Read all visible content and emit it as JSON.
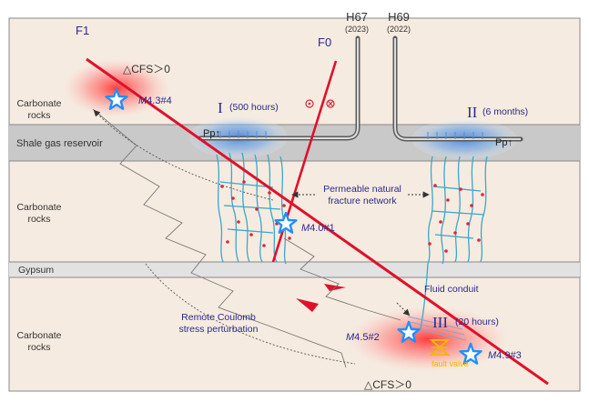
{
  "layers": {
    "carbonate_upper": "Carbonate rocks",
    "shale": "Shale gas reservoir",
    "carbonate_middle": "Carbonate rocks",
    "gypsum": "Gypsum",
    "carbonate_lower": "Carbonate rocks"
  },
  "layer_lines": {
    "carbonate_upper": [
      "Carbonate",
      "rocks"
    ],
    "carbonate_middle": [
      "Carbonate",
      "rocks"
    ],
    "carbonate_lower": [
      "Carbonate",
      "rocks"
    ]
  },
  "faults": {
    "f1": "F1",
    "f0": "F0"
  },
  "wells": [
    {
      "name": "H67",
      "year": "(2023)"
    },
    {
      "name": "H69",
      "year": "(2022)"
    }
  ],
  "zones": {
    "one": {
      "numeral": "I",
      "duration": "(500 hours)"
    },
    "two": {
      "numeral": "II",
      "duration": "(6 months)"
    },
    "three": {
      "numeral": "III",
      "duration": "(20 hours)"
    }
  },
  "pressure_label": "Pp↑",
  "events": [
    {
      "id": "M4.3#4",
      "mag": "M",
      "rest": "4.3#4"
    },
    {
      "id": "M4.0#1",
      "mag": "M",
      "rest": "4.0#1"
    },
    {
      "id": "M4.5#2",
      "mag": "M",
      "rest": "4.5#2"
    },
    {
      "id": "M4.9#3",
      "mag": "M",
      "rest": "4.9#3"
    }
  ],
  "annotations": {
    "cfs_top": "△CFS＞0",
    "cfs_bottom": "△CFS＞0",
    "fracture_network": [
      "Permeable natural",
      "fracture network"
    ],
    "fluid_conduit": "Fluid conduit",
    "remote_coulomb": [
      "Remote Coulomb",
      "stress perturbation"
    ],
    "fault_valve": "fault valve"
  },
  "colors": {
    "background": "#f6ebe0",
    "shale": "#c9c9c9",
    "gypsum": "#e2e2e2",
    "fault": "#e0102a",
    "well": "#5a5a5a",
    "fracture": "#3aa7cc",
    "label_blue": "#2a2a8c",
    "star_fill": "#1e90ff",
    "valve": "#f2b800"
  }
}
